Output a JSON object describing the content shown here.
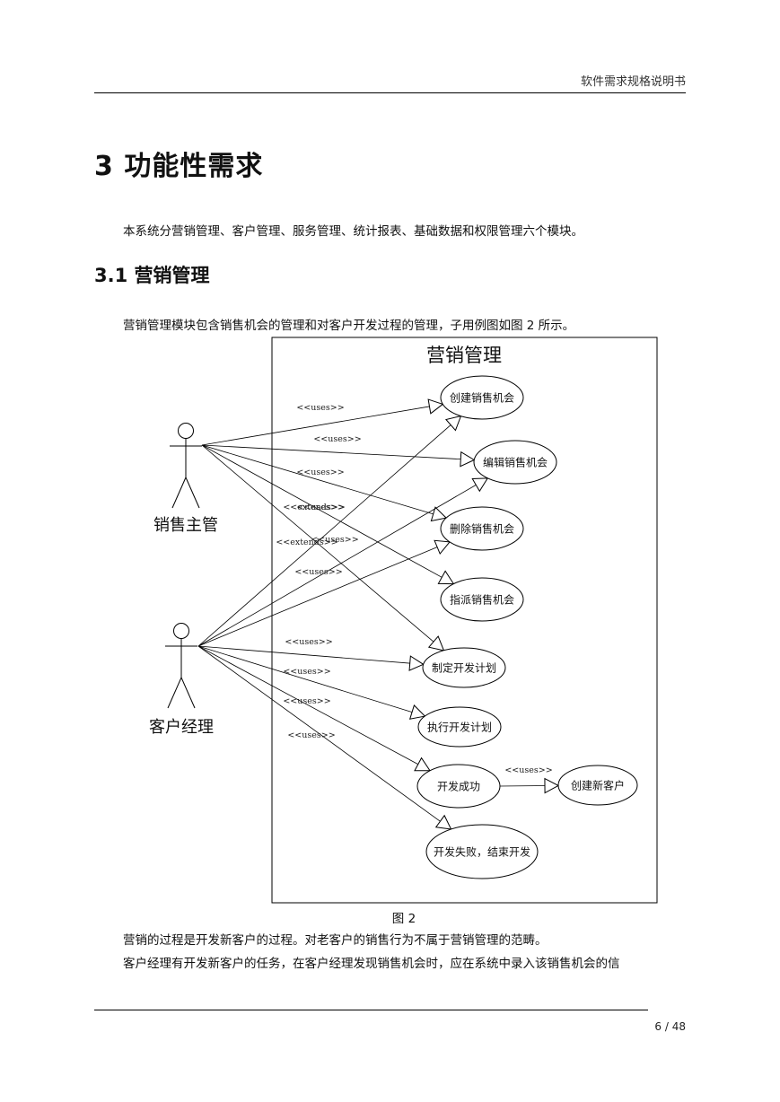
{
  "header": {
    "title": "软件需求规格说明书"
  },
  "chapter": {
    "title": "3 功能性需求"
  },
  "intro": "本系统分营销管理、客户管理、服务管理、统计报表、基础数据和权限管理六个模块。",
  "section": {
    "title": "3.1 营销管理",
    "text": "营销管理模块包含销售机会的管理和对客户开发过程的管理，子用例图如图 2 所示。"
  },
  "diagram": {
    "system_boundary": "营销管理",
    "actors": [
      {
        "id": "sales_supervisor",
        "label": "销售主管"
      },
      {
        "id": "account_manager",
        "label": "客户经理"
      }
    ],
    "use_cases": [
      {
        "id": "uc1",
        "label": "创建销售机会"
      },
      {
        "id": "uc2",
        "label": "编辑销售机会"
      },
      {
        "id": "uc3",
        "label": "删除销售机会"
      },
      {
        "id": "uc4",
        "label": "指派销售机会"
      },
      {
        "id": "uc5",
        "label": "制定开发计划"
      },
      {
        "id": "uc6",
        "label": "执行开发计划"
      },
      {
        "id": "uc7",
        "label": "开发成功"
      },
      {
        "id": "uc8",
        "label": "开发失败，结束开发"
      },
      {
        "id": "uc9",
        "label": "创建新客户"
      }
    ],
    "relations": [
      {
        "from": "sales_supervisor",
        "to": "uc1",
        "label": "<<uses>>"
      },
      {
        "from": "sales_supervisor",
        "to": "uc2",
        "label": "<<uses>>"
      },
      {
        "from": "sales_supervisor",
        "to": "uc3",
        "label": "<<uses>>"
      },
      {
        "from": "sales_supervisor",
        "to": "uc4",
        "label": "<<uses>>"
      },
      {
        "from": "sales_supervisor",
        "to": "uc5",
        "label": "<<uses>>"
      },
      {
        "from": "account_manager",
        "to": "uc1",
        "label": "<<extends>>"
      },
      {
        "from": "account_manager",
        "to": "uc2",
        "label": "<<extends>>"
      },
      {
        "from": "account_manager",
        "to": "uc3",
        "label": "<<uses>>"
      },
      {
        "from": "account_manager",
        "to": "uc5",
        "label": "<<uses>>"
      },
      {
        "from": "account_manager",
        "to": "uc6",
        "label": "<<uses>>"
      },
      {
        "from": "account_manager",
        "to": "uc7",
        "label": "<<uses>>"
      },
      {
        "from": "account_manager",
        "to": "uc8",
        "label": "<<uses>>"
      },
      {
        "from": "uc7",
        "to": "uc9",
        "label": "<<uses>>"
      }
    ]
  },
  "figure_caption": "图 2",
  "body": [
    "营销的过程是开发新客户的过程。对老客户的销售行为不属于营销管理的范畴。",
    "客户经理有开发新客户的任务，在客户经理发现销售机会时，应在系统中录入该销售机会的信"
  ],
  "footer": {
    "page": "6 / 48"
  }
}
